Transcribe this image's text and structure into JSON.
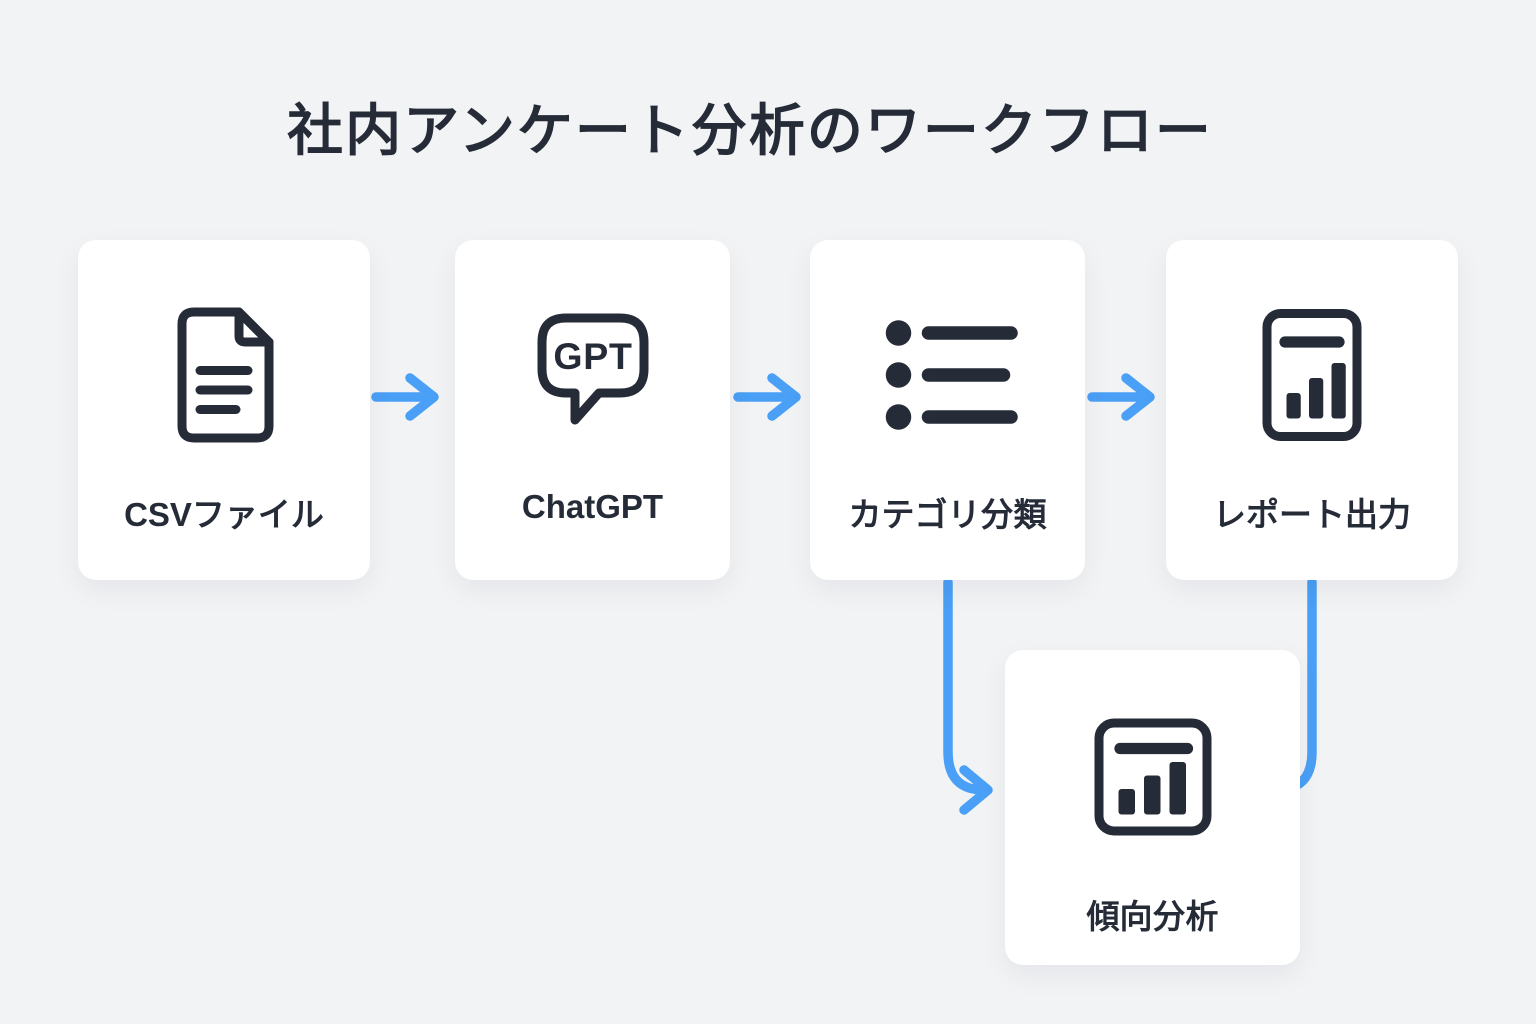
{
  "title": "社内アンケート分析のワークフロー",
  "colors": {
    "background": "#f2f3f5",
    "card": "#ffffff",
    "ink": "#252b37",
    "arrow": "#4aa0f6"
  },
  "nodes": [
    {
      "id": "csv",
      "label": "CSVファイル",
      "icon": "document-icon"
    },
    {
      "id": "chatgpt",
      "label": "ChatGPT",
      "icon": "chat-bubble-icon",
      "bubble_text": "GPT"
    },
    {
      "id": "category",
      "label": "カテゴリ分類",
      "icon": "list-icon"
    },
    {
      "id": "report",
      "label": "レポート出力",
      "icon": "report-document-icon"
    },
    {
      "id": "trend",
      "label": "傾向分析",
      "icon": "bar-chart-icon"
    }
  ],
  "edges": [
    {
      "from": "csv",
      "to": "chatgpt"
    },
    {
      "from": "chatgpt",
      "to": "category"
    },
    {
      "from": "category",
      "to": "report"
    },
    {
      "from": "category",
      "to": "trend"
    },
    {
      "from": "report",
      "to": "trend"
    }
  ]
}
